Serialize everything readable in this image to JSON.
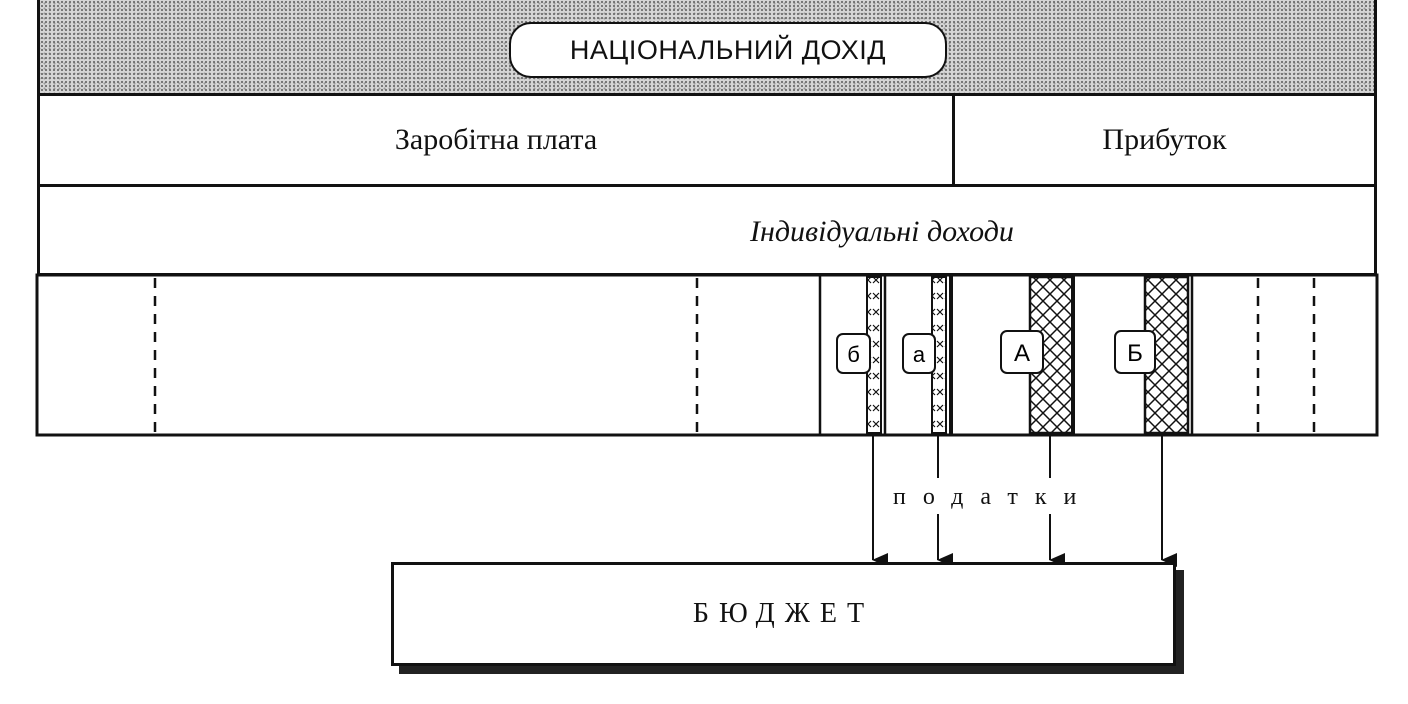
{
  "diagram": {
    "national_income": "НАЦІОНАЛЬНИЙ ДОХІД",
    "wages": "Заробітна плата",
    "profit": "Прибуток",
    "individual_incomes": "Індивідуальні доходи",
    "labels": {
      "b_small": "б",
      "a_small": "а",
      "A_big": "А",
      "B_big": "Б"
    },
    "taxes": "податки",
    "budget": "БЮДЖЕТ"
  }
}
